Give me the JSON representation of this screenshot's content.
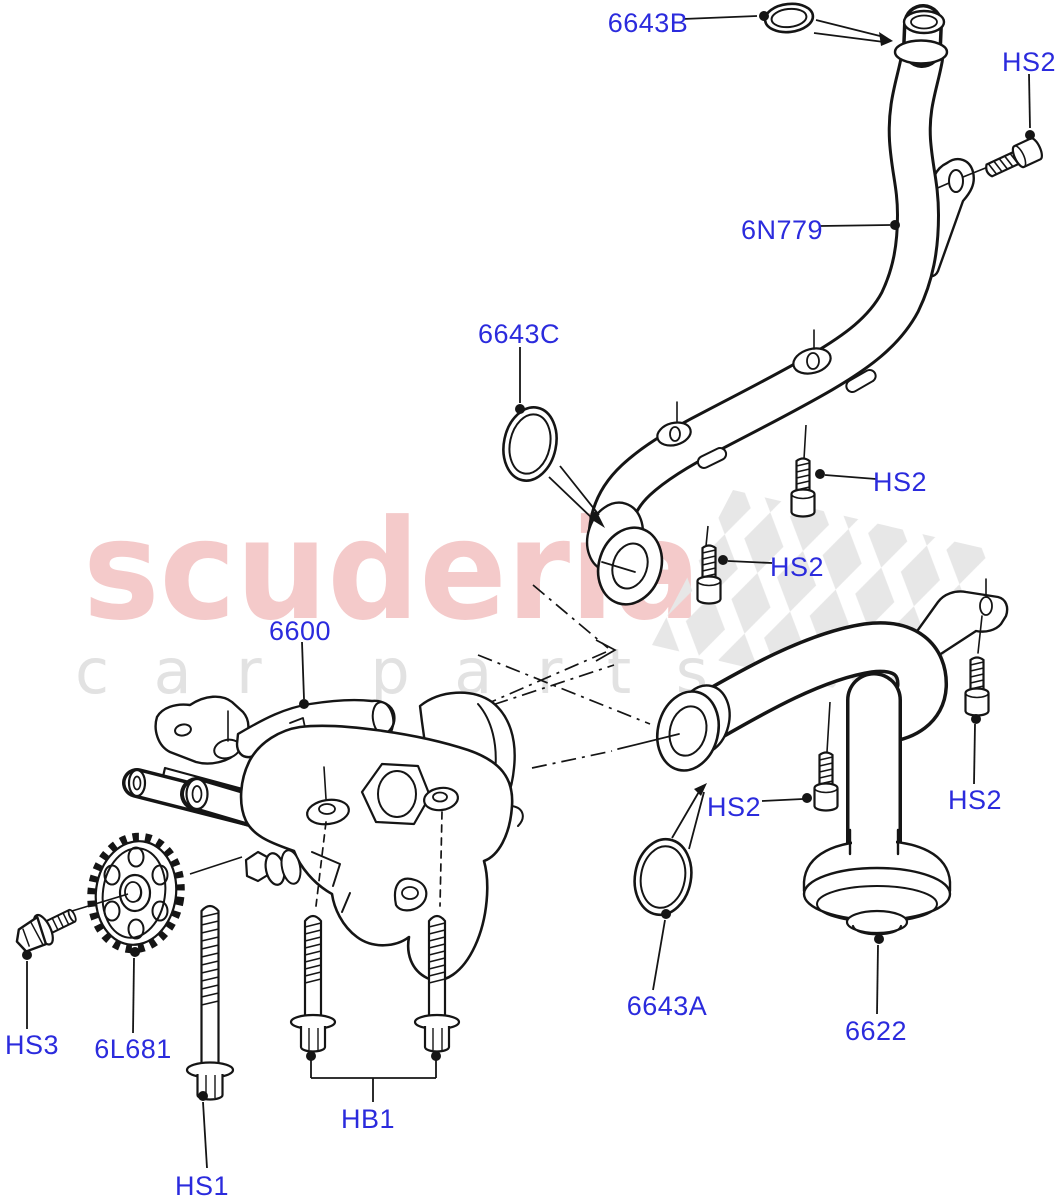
{
  "diagram": {
    "kind": "exploded-parts-diagram",
    "background": "#ffffff"
  },
  "watermark": {
    "brand": "scuderia",
    "tagline": "car parts"
  },
  "colors": {
    "label_blue": "#2b2bdd",
    "line_black": "#151515",
    "brand_pink": "#f4caca",
    "tagline_gray": "#e2e2e2",
    "checker_gray": "#e7e7e7"
  },
  "callouts": {
    "p6643B": "6643B",
    "p6N779": "6N779",
    "p6643C": "6643C",
    "p6600": "6600",
    "pHS2": "HS2",
    "p6643A": "6643A",
    "p6622": "6622",
    "pHS3": "HS3",
    "p6L681": "6L681",
    "pHS1": "HS1",
    "pHB1": "HB1"
  }
}
